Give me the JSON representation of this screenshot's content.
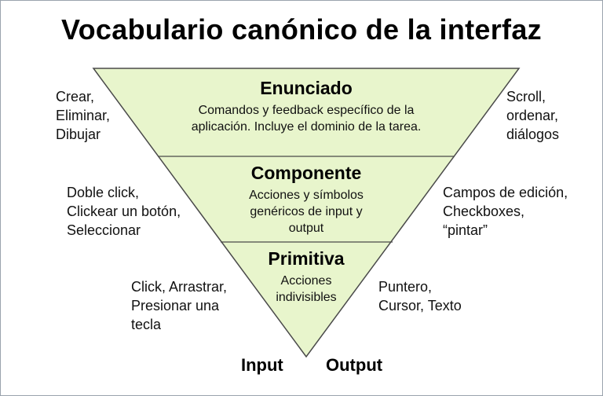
{
  "title": "Vocabulario canónico de la interfaz",
  "levels": [
    {
      "name": "Enunciado",
      "description": [
        "Comandos y feedback específico de la",
        "aplicación. Incluye el dominio de la tarea."
      ]
    },
    {
      "name": "Componente",
      "description": [
        "Acciones y símbolos",
        "genéricos de input y",
        "output"
      ]
    },
    {
      "name": "Primitiva",
      "description": [
        "Acciones",
        "indivisibles"
      ]
    }
  ],
  "input_labels": [
    [
      "Crear,",
      "Eliminar,",
      "Dibujar"
    ],
    [
      "Doble click,",
      "Clickear un botón,",
      "Seleccionar"
    ],
    [
      "Click, Arrastrar,",
      "Presionar una",
      "tecla"
    ]
  ],
  "output_labels": [
    [
      "Scroll,",
      "ordenar,",
      "diálogos"
    ],
    [
      "Campos de edición,",
      "Checkboxes,",
      "“pintar”"
    ],
    [
      "Puntero,",
      "Cursor, Texto"
    ]
  ],
  "axis": {
    "input": "Input",
    "output": "Output"
  },
  "colors": {
    "fill": "#e8f5cc",
    "stroke": "#4a4a4a"
  }
}
